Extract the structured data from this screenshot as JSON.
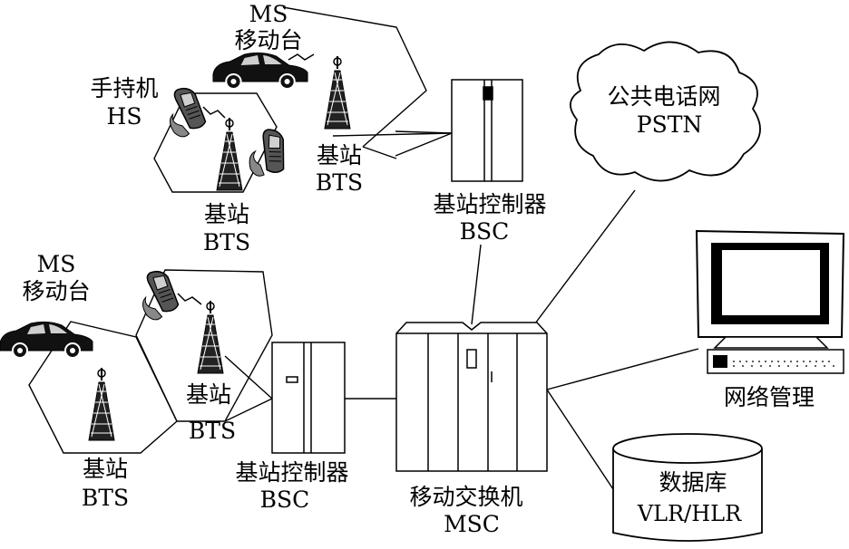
{
  "labels": {
    "ms_top_1": "MS",
    "ms_top_2": "移动台",
    "hs_1": "手持机",
    "hs_2": "HS",
    "bts_top_right_1": "基站",
    "bts_top_right_2": "BTS",
    "bts_top_left_1": "基站",
    "bts_top_left_2": "BTS",
    "bsc_top_1": "基站控制器",
    "bsc_top_2": "BSC",
    "pstn_1": "公共电话网",
    "pstn_2": "PSTN",
    "ms_bottom_1": "MS",
    "ms_bottom_2": "移动台",
    "bts_bottom_right_1": "基站",
    "bts_bottom_right_2": "BTS",
    "bts_bottom_left_1": "基站",
    "bts_bottom_left_2": "BTS",
    "bsc_bottom_1": "基站控制器",
    "bsc_bottom_2": "BSC",
    "msc_1": "移动交换机",
    "msc_2": "MSC",
    "netmgmt": "网络管理",
    "db_1": "数据库",
    "db_2": "VLR/HLR"
  }
}
